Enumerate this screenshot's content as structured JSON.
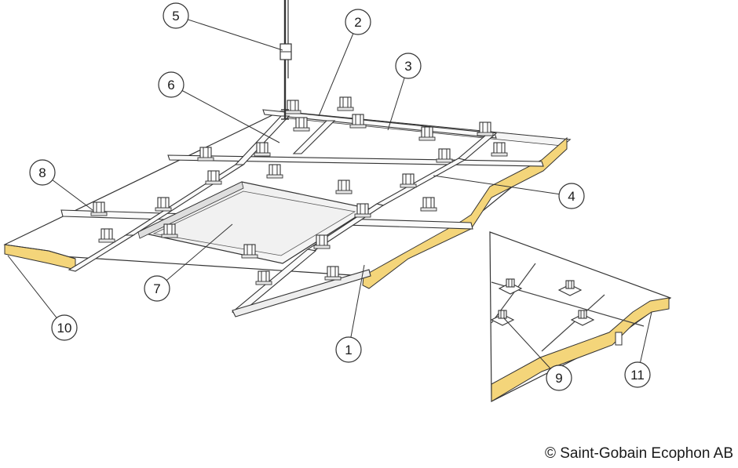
{
  "copyright": "© Saint-Gobain Ecophon AB",
  "callouts": [
    "1",
    "2",
    "3",
    "4",
    "5",
    "6",
    "7",
    "8",
    "9",
    "10",
    "11"
  ],
  "colors": {
    "edge_yellow": "#f4d57a",
    "panel": "#ffffff",
    "panel_shade": "#f1f1f1",
    "line": "#333333"
  }
}
